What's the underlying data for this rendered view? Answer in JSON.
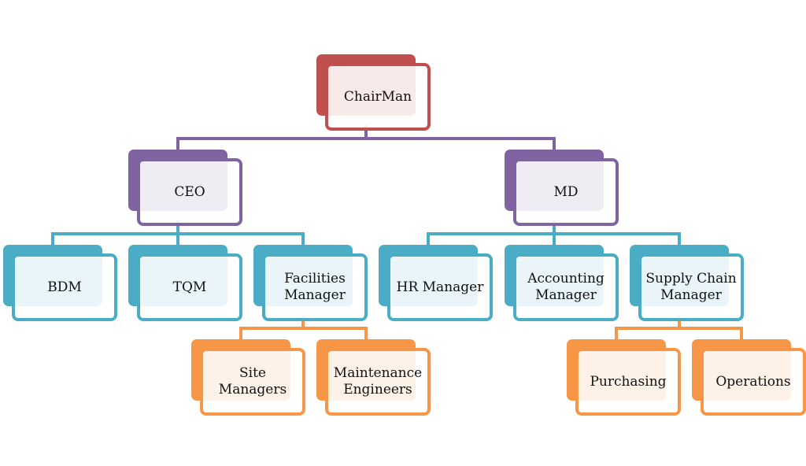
{
  "colors": {
    "level0": "#c0504d",
    "level1": "#8064a2",
    "level2": "#4bacc6",
    "level3": "#f79646"
  },
  "nodes": [
    {
      "id": "chairman",
      "label": "ChairMan",
      "level": 0,
      "parent": null
    },
    {
      "id": "ceo",
      "label": "CEO",
      "level": 1,
      "parent": "chairman"
    },
    {
      "id": "md",
      "label": "MD",
      "level": 1,
      "parent": "chairman"
    },
    {
      "id": "bdm",
      "label": "BDM",
      "level": 2,
      "parent": "ceo"
    },
    {
      "id": "tqm",
      "label": "TQM",
      "level": 2,
      "parent": "ceo"
    },
    {
      "id": "facilities",
      "label": "Facilities Manager",
      "level": 2,
      "parent": "ceo"
    },
    {
      "id": "hr",
      "label": "HR Manager",
      "level": 2,
      "parent": "md"
    },
    {
      "id": "accounting",
      "label": "Accounting Manager",
      "level": 2,
      "parent": "md"
    },
    {
      "id": "supply",
      "label": "Supply Chain Manager",
      "level": 2,
      "parent": "md"
    },
    {
      "id": "site",
      "label": "Site Managers",
      "level": 3,
      "parent": "facilities"
    },
    {
      "id": "maintenance",
      "label": "Maintenance Engineers",
      "level": 3,
      "parent": "facilities"
    },
    {
      "id": "purchasing",
      "label": "Purchasing",
      "level": 3,
      "parent": "supply"
    },
    {
      "id": "operations",
      "label": "Operations",
      "level": 3,
      "parent": "supply"
    }
  ]
}
